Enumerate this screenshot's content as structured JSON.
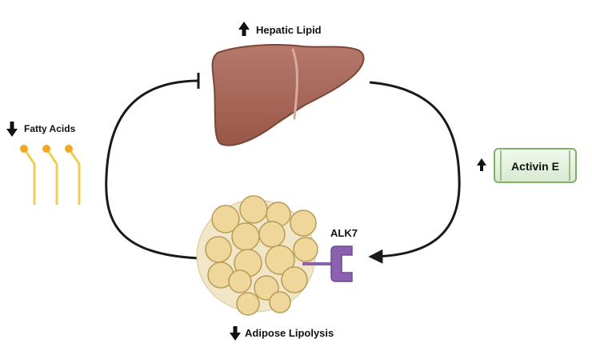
{
  "labels": {
    "hepatic_lipid": "Hepatic Lipid",
    "fatty_acids": "Fatty Acids",
    "activin_e": "Activin E",
    "alk7": "ALK7",
    "adipose_lipolysis": "Adipose Lipolysis"
  },
  "indicators": {
    "hepatic_lipid": "up",
    "fatty_acids": "down",
    "activin_e": "up",
    "adipose_lipolysis": "down"
  },
  "colors": {
    "liver": "#a8685a",
    "liver_outline": "#7c4637",
    "fat_cell": "#efd79b",
    "fat_cell_outline": "#b89b55",
    "fatty_acid_head": "#f2a821",
    "fatty_acid_tail": "#f3cc55",
    "alk7_receptor": "#8c62b0",
    "activin_fill": "#e6f2df",
    "activin_border": "#7fb069",
    "arrow": "#1a1a1a"
  }
}
